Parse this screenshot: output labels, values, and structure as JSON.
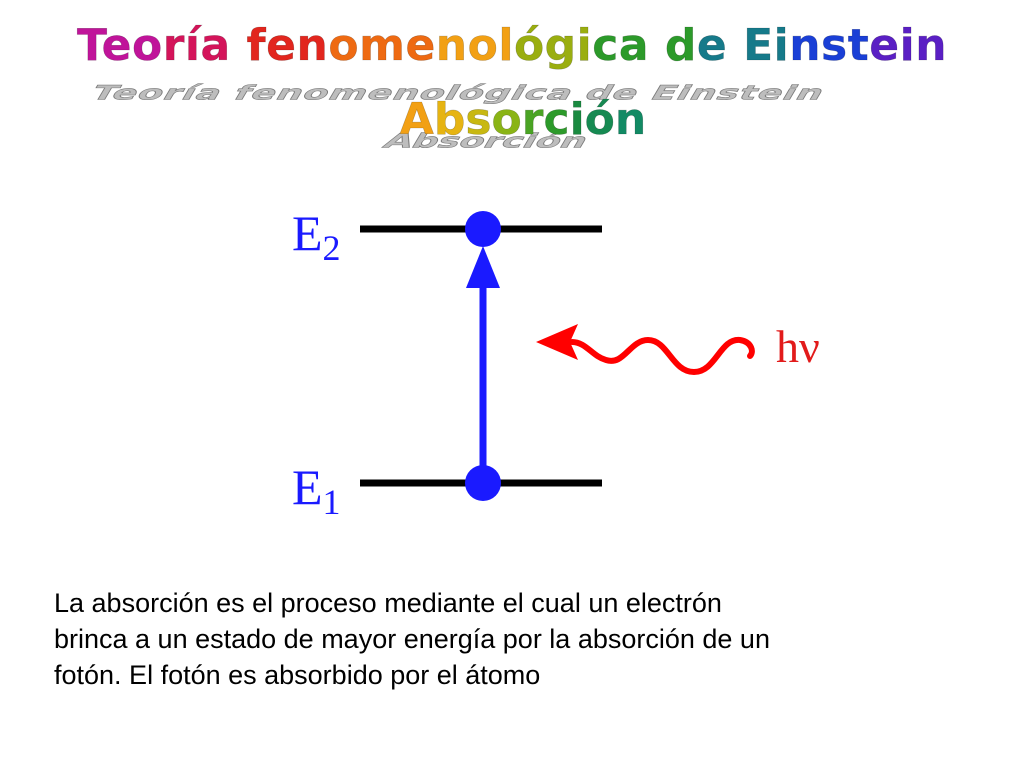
{
  "slide": {
    "title": "Teoría fenomenológica de Einstein",
    "subtitle": "Absorción",
    "title_colors": [
      "#c0149a",
      "#d4145a",
      "#e2261e",
      "#ee6a12",
      "#f2a014",
      "#9aae10",
      "#2c9a2a",
      "#167a8a",
      "#1a3fd6",
      "#5a1fc4"
    ],
    "subtitle_colors": [
      "#f2a014",
      "#e6b412",
      "#c8b812",
      "#8ab416",
      "#4aa424",
      "#2c9a2a",
      "#1a8a40",
      "#168a52",
      "#128a64"
    ]
  },
  "diagram": {
    "upper_level": {
      "symbol": "E",
      "subscript": "2"
    },
    "lower_level": {
      "symbol": "E",
      "subscript": "1"
    },
    "photon": {
      "label": "hν"
    },
    "colors": {
      "level_line": "#000000",
      "electron": "#1a1aff",
      "transition_arrow": "#1a1aff",
      "photon": "#ff0000",
      "label": "#1a1aff"
    }
  },
  "caption": {
    "lines": [
      "La absorción es el proceso mediante el cual un electrón",
      "brinca a un estado de mayor energía por la absorción de un",
      "fotón. El fotón es absorbido por el átomo"
    ]
  }
}
